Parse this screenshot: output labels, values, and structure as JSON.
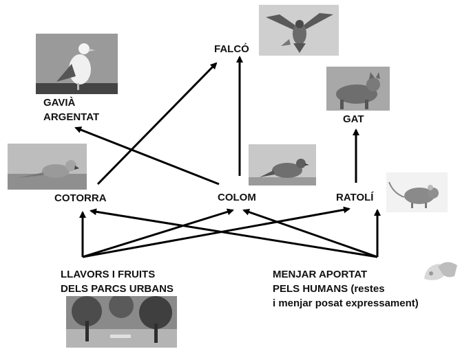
{
  "diagram": {
    "nodes": {
      "falco": {
        "label": "FALCÓ",
        "photo": "falcon-photo"
      },
      "gavia": {
        "label": "GAVIÀ\nARGENTAT",
        "photo": "gull-photo"
      },
      "gat": {
        "label": "GAT",
        "photo": "cat-photo"
      },
      "cotorra": {
        "label": "COTORRA",
        "photo": "parakeet-photo"
      },
      "colom": {
        "label": "COLOM",
        "photo": "pigeon-photo"
      },
      "ratoli": {
        "label": "RATOLÍ",
        "photo": "mouse-photo"
      },
      "llavors": {
        "label": "LLAVORS I FRUITS\nDELS PARCS URBANS",
        "photo": "park-photo"
      },
      "menjar": {
        "label": "MENJAR APORTAT\nPELS HUMANS (restes\ni menjar posat expressament)",
        "photo": "bread-photo"
      }
    },
    "edges": [
      {
        "from": "cotorra",
        "to": "falco"
      },
      {
        "from": "colom",
        "to": "falco"
      },
      {
        "from": "colom",
        "to": "gavia"
      },
      {
        "from": "ratoli",
        "to": "gat"
      },
      {
        "from": "llavors",
        "to": "cotorra"
      },
      {
        "from": "llavors",
        "to": "colom"
      },
      {
        "from": "llavors",
        "to": "ratoli"
      },
      {
        "from": "menjar",
        "to": "cotorra"
      },
      {
        "from": "menjar",
        "to": "colom"
      },
      {
        "from": "menjar",
        "to": "ratoli"
      }
    ],
    "colors": {
      "arrow": "#000000",
      "text": "#111111"
    }
  }
}
